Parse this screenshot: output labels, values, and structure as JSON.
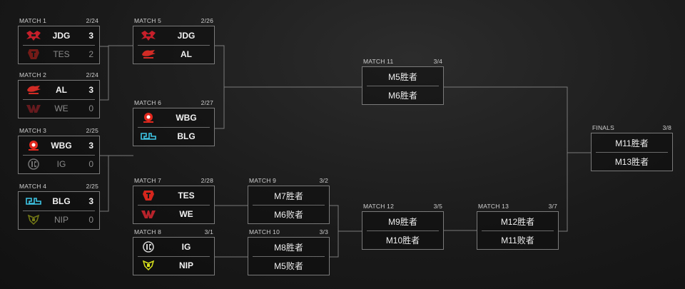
{
  "colors": {
    "line": "#7a7a7a",
    "tes_red": "#d6261d",
    "jdg_red": "#c61f2a",
    "al_red": "#d22b25",
    "we_red": "#b8232b",
    "wbg_red": "#e2281e",
    "blg_cyan": "#3ec6e6",
    "ig_gray": "#cfcfcf",
    "nip_yellow": "#d8e21c"
  },
  "matches": {
    "m1": {
      "title": "MATCH 1",
      "date": "2/24",
      "t1": {
        "name": "JDG",
        "score": "3",
        "icon": "jdg-logo-icon"
      },
      "t2": {
        "name": "TES",
        "score": "2",
        "icon": "tes-logo-icon"
      }
    },
    "m2": {
      "title": "MATCH 2",
      "date": "2/24",
      "t1": {
        "name": "AL",
        "score": "3",
        "icon": "al-logo-icon"
      },
      "t2": {
        "name": "WE",
        "score": "0",
        "icon": "we-logo-icon"
      }
    },
    "m3": {
      "title": "MATCH 3",
      "date": "2/25",
      "t1": {
        "name": "WBG",
        "score": "3",
        "icon": "wbg-logo-icon"
      },
      "t2": {
        "name": "IG",
        "score": "0",
        "icon": "ig-logo-icon"
      }
    },
    "m4": {
      "title": "MATCH 4",
      "date": "2/25",
      "t1": {
        "name": "BLG",
        "score": "3",
        "icon": "blg-logo-icon"
      },
      "t2": {
        "name": "NIP",
        "score": "0",
        "icon": "nip-logo-icon"
      }
    },
    "m5": {
      "title": "MATCH 5",
      "date": "2/26",
      "t1": {
        "name": "JDG",
        "icon": "jdg-logo-icon"
      },
      "t2": {
        "name": "AL",
        "icon": "al-logo-icon"
      }
    },
    "m6": {
      "title": "MATCH 6",
      "date": "2/27",
      "t1": {
        "name": "WBG",
        "icon": "wbg-logo-icon"
      },
      "t2": {
        "name": "BLG",
        "icon": "blg-logo-icon"
      }
    },
    "m7": {
      "title": "MATCH 7",
      "date": "2/28",
      "t1": {
        "name": "TES",
        "icon": "tes-logo-icon"
      },
      "t2": {
        "name": "WE",
        "icon": "we-logo-icon"
      }
    },
    "m8": {
      "title": "MATCH 8",
      "date": "3/1",
      "t1": {
        "name": "IG",
        "icon": "ig-logo-icon"
      },
      "t2": {
        "name": "NIP",
        "icon": "nip-logo-icon"
      }
    },
    "m9": {
      "title": "MATCH 9",
      "date": "3/2",
      "s1": "M7胜者",
      "s2": "M6败者"
    },
    "m10": {
      "title": "MATCH 10",
      "date": "3/3",
      "s1": "M8胜者",
      "s2": "M5败者"
    },
    "m11": {
      "title": "MATCH 11",
      "date": "3/4",
      "s1": "M5胜者",
      "s2": "M6胜者"
    },
    "m12": {
      "title": "MATCH 12",
      "date": "3/5",
      "s1": "M9胜者",
      "s2": "M10胜者"
    },
    "m13": {
      "title": "MATCH 13",
      "date": "3/7",
      "s1": "M12胜者",
      "s2": "M11败者"
    },
    "finals": {
      "title": "FINALS",
      "date": "3/8",
      "s1": "M11胜者",
      "s2": "M13胜者"
    }
  }
}
